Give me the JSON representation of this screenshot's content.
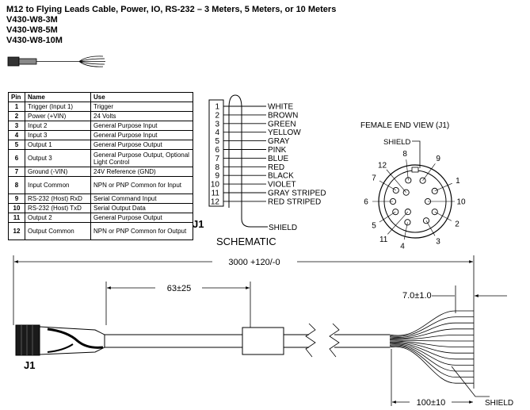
{
  "header": {
    "title": "M12 to Flying Leads Cable, Power, IO, RS-232 – 3 Meters, 5 Meters, or 10 Meters",
    "models": [
      "V430-W8-3M",
      "V430-W8-5M",
      "V430-W8-10M"
    ]
  },
  "pin_table": {
    "columns": [
      "Pin",
      "Name",
      "Use"
    ],
    "rows": [
      {
        "pin": "1",
        "name": "Trigger (Input 1)",
        "use": "Trigger"
      },
      {
        "pin": "2",
        "name": "Power (+VIN)",
        "use": "24 Volts"
      },
      {
        "pin": "3",
        "name": "Input 2",
        "use": "General Purpose Input"
      },
      {
        "pin": "4",
        "name": "Input 3",
        "use": "General Purpose Input"
      },
      {
        "pin": "5",
        "name": "Output 1",
        "use": "General Purpose Output"
      },
      {
        "pin": "6",
        "name": "Output 3",
        "use": "General Purpose Output, Optional Light Control"
      },
      {
        "pin": "7",
        "name": "Ground (-VIN)",
        "use": "24V Reference (GND)"
      },
      {
        "pin": "8",
        "name": "Input Common",
        "use": "NPN or PNP Common for Input"
      },
      {
        "pin": "9",
        "name": "RS-232 (Host) RxD",
        "use": "Serial Command Input"
      },
      {
        "pin": "10",
        "name": "RS-232 (Host) TxD",
        "use": "Serial Output Data"
      },
      {
        "pin": "11",
        "name": "Output 2",
        "use": "General Purpose Output"
      },
      {
        "pin": "12",
        "name": "Output Common",
        "use": "NPN or PNP Common for Output"
      }
    ]
  },
  "schematic": {
    "connector_label": "J1",
    "caption": "SCHEMATIC",
    "pins": [
      "1",
      "2",
      "3",
      "4",
      "5",
      "6",
      "7",
      "8",
      "9",
      "10",
      "11",
      "12"
    ],
    "wires": [
      "WHITE",
      "BROWN",
      "GREEN",
      "YELLOW",
      "GRAY",
      "PINK",
      "BLUE",
      "RED",
      "BLACK",
      "VIOLET",
      "GRAY STRIPED",
      "RED STRIPED"
    ],
    "shield_label": "SHIELD"
  },
  "end_view": {
    "title": "FEMALE END VIEW (J1)",
    "shield_label": "SHIELD",
    "pin_numbers": [
      "1",
      "2",
      "3",
      "4",
      "5",
      "6",
      "7",
      "8",
      "9",
      "10",
      "11",
      "12"
    ]
  },
  "drawing": {
    "overall_length": "3000 +120/-0",
    "jacket_length": "63±25",
    "strip_length": "7.0±1.0",
    "lead_length": "100±10",
    "shield_label": "SHIELD",
    "connector_label": "J1"
  },
  "colors": {
    "line": "#000000",
    "paper": "#ffffff"
  }
}
